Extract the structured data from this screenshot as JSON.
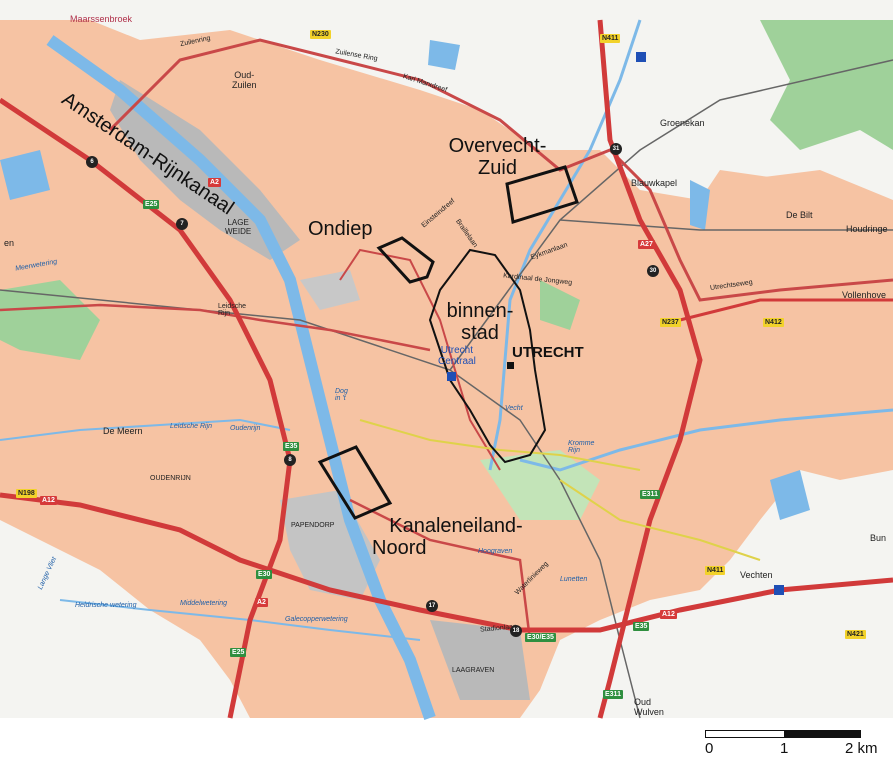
{
  "map": {
    "neighbourhoods": {
      "overvecht": {
        "line1": "Overvecht-",
        "line2": "Zuid"
      },
      "ondiep": {
        "label": "Ondiep"
      },
      "binnenstad": {
        "line1": "binnen-",
        "line2": "stad"
      },
      "kanaleneiland": {
        "line1": "Kanaleneiland-",
        "line2": "Noord"
      }
    },
    "city_label": "UTRECHT",
    "station": {
      "line1": "Utrecht",
      "line2": "Centraal"
    },
    "canal_label": "Amsterdam-Rijnkanaal",
    "places": {
      "maarssenbroek": "Maarssenbroek",
      "oud_zuilen": "Oud-\nZuilen",
      "lage_weide": "LAGE\nWEIDE",
      "groenekan": "Groenekan",
      "blauwkapel": "Blauwkapel",
      "de_bilt": "De Bilt",
      "houdringe": "Houdringe",
      "vollenhove": "Vollenhove",
      "de_meern": "De Meern",
      "oudenrijn": "OUDENRIJN",
      "papendorp": "PAPENDORP",
      "vechten": "Vechten",
      "bun": "Bun",
      "laagraven": "LAAGRAVEN",
      "oud_wulven": "Oud\nWulven",
      "lunetten": "Lunetten",
      "hoograven": "Hoograven",
      "kromme_rijn": "Kromme\nRijn",
      "vecht": "Vecht",
      "dog_in_it": "Dog\nin 't",
      "en": "en",
      "zuilense_ring": "Zuilense Ring",
      "zuilenring": "Zuilenring",
      "karl_marxdreef": "Karl Marxdreef",
      "einsteindreef": "Einsteindreef",
      "braillelaan": "Braillelaan",
      "kardinaal": "Kardinaal de Jongweg",
      "eykmanlaan": "Eykmanlaan",
      "utrechtseweg": "Utrechtseweg",
      "waterlinieweg": "Waterlinieweg",
      "middelwetering": "Middelwetering",
      "galecopperwetering": "Galecopperwetering",
      "lange_vliet": "Lange Vliet",
      "heldriche": "Heldrische wetering",
      "leidsche_rijn": "Leidsche Rijn",
      "oudenrijn_water": "Oudenrijn",
      "meerwetering": "Meerwetering",
      "leidsche": "Leidsche\nRijn",
      "stadion": "Stadionlaan"
    },
    "shields": {
      "n230": "N230",
      "n411a": "N411",
      "n237": "N237",
      "n412": "N412",
      "a2a": "A2",
      "a2b": "A2",
      "a27": "A27",
      "a12a": "A12",
      "a12b": "A12",
      "n198": "N198",
      "e25": "E25",
      "e25b": "E25",
      "e35": "E35",
      "e30e35": "E30/E35",
      "e311": "E311",
      "e311b": "E311",
      "e30": "E30",
      "n411b": "N411",
      "n421": "N421",
      "e35b": "E35"
    },
    "exits": {
      "e6": "6",
      "e7": "7",
      "e8": "8",
      "e17": "17",
      "e18": "18",
      "e30": "30",
      "e31": "31"
    }
  },
  "scale_bar": {
    "tick0": "0",
    "tick1": "1",
    "tick2": "2 km"
  },
  "colors": {
    "urban": "#f6c3a3",
    "water": "#7db9e8",
    "motorway": "#d13a3a",
    "green": "#9fd19a"
  }
}
